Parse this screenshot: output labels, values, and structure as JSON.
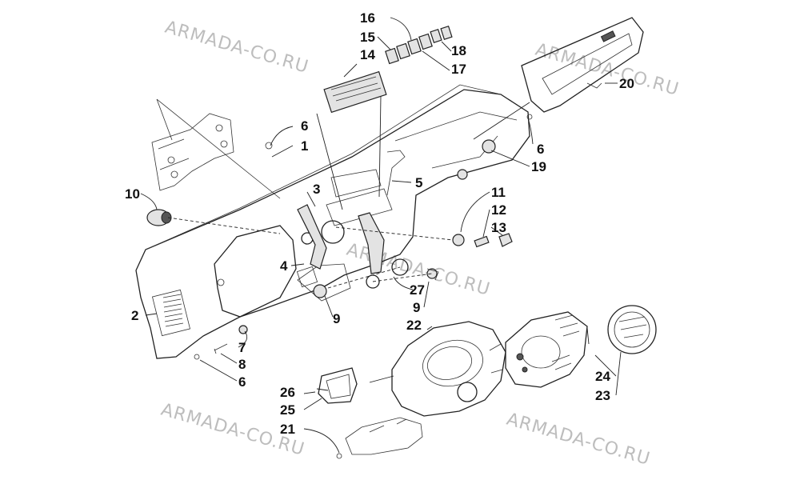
{
  "watermark": "ARMADA-CO.RU",
  "callouts": [
    "1",
    "2",
    "3",
    "4",
    "5",
    "6",
    "6",
    "6",
    "7",
    "8",
    "9",
    "9",
    "10",
    "11",
    "12",
    "13",
    "14",
    "15",
    "16",
    "17",
    "18",
    "19",
    "20",
    "21",
    "22",
    "23",
    "24",
    "25",
    "26",
    "27"
  ]
}
